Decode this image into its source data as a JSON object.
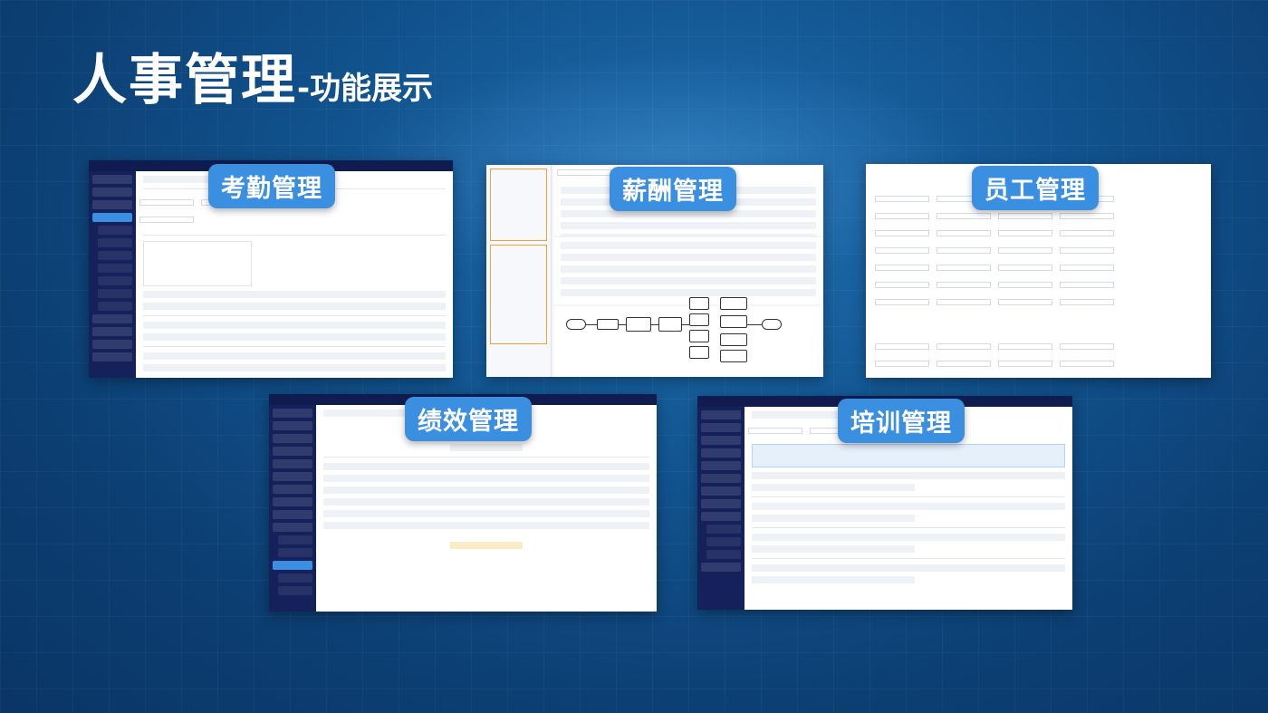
{
  "title": {
    "main": "人事管理",
    "sub": "-功能展示"
  },
  "modules": [
    {
      "key": "attendance",
      "label": "考勤管理"
    },
    {
      "key": "salary",
      "label": "薪酬管理"
    },
    {
      "key": "employee",
      "label": "员工管理"
    },
    {
      "key": "performance",
      "label": "绩效管理"
    },
    {
      "key": "training",
      "label": "培训管理"
    }
  ]
}
